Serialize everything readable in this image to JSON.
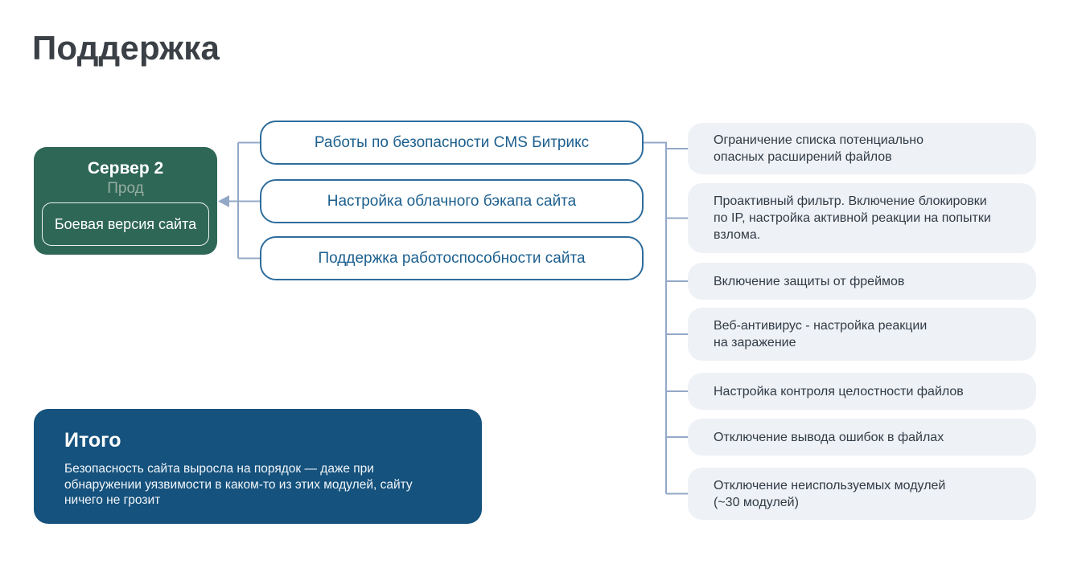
{
  "page": {
    "title": "Поддержка"
  },
  "server": {
    "title": "Сервер 2",
    "subtitle": "Прод",
    "inner_label": "Боевая версия сайта"
  },
  "services": [
    "Работы по безопасности CMS Битрикс",
    "Настройка облачного бэкапа сайта",
    "Поддержка работоспособности сайта"
  ],
  "security_tasks": [
    "Ограничение списка потенциально\nопасных расширений файлов",
    "Проактивный фильтр. Включение блокировки\nпо IP, настройка активной реакции на попытки\nвзлома.",
    "Включение защиты от фреймов",
    "Веб-антивирус - настройка реакции\nна заражение",
    "Настройка контроля целостности файлов",
    "Отключение вывода ошибок в файлах",
    "Отключение неиспользуемых модулей\n(~30 модулей)"
  ],
  "summary": {
    "title": "Итого",
    "text": "Безопасность сайта выросла на порядок — даже при\nобнаружении уязвимости в каком-то из этих модулей, сайту\nничего не грозит"
  },
  "colors": {
    "page-bg": "#FFFFFF",
    "title-text": "#3A4046",
    "server-bg": "#2F6757",
    "server-subtitle": "#96AD9F",
    "service-border": "#2E6D9D",
    "service-text": "#1C5F8E",
    "connector": "#93A8C7",
    "task-bg": "#EEF1F6",
    "task-text": "#313B45",
    "summary-bg": "#15527D",
    "summary-text": "#FFFFFF"
  }
}
